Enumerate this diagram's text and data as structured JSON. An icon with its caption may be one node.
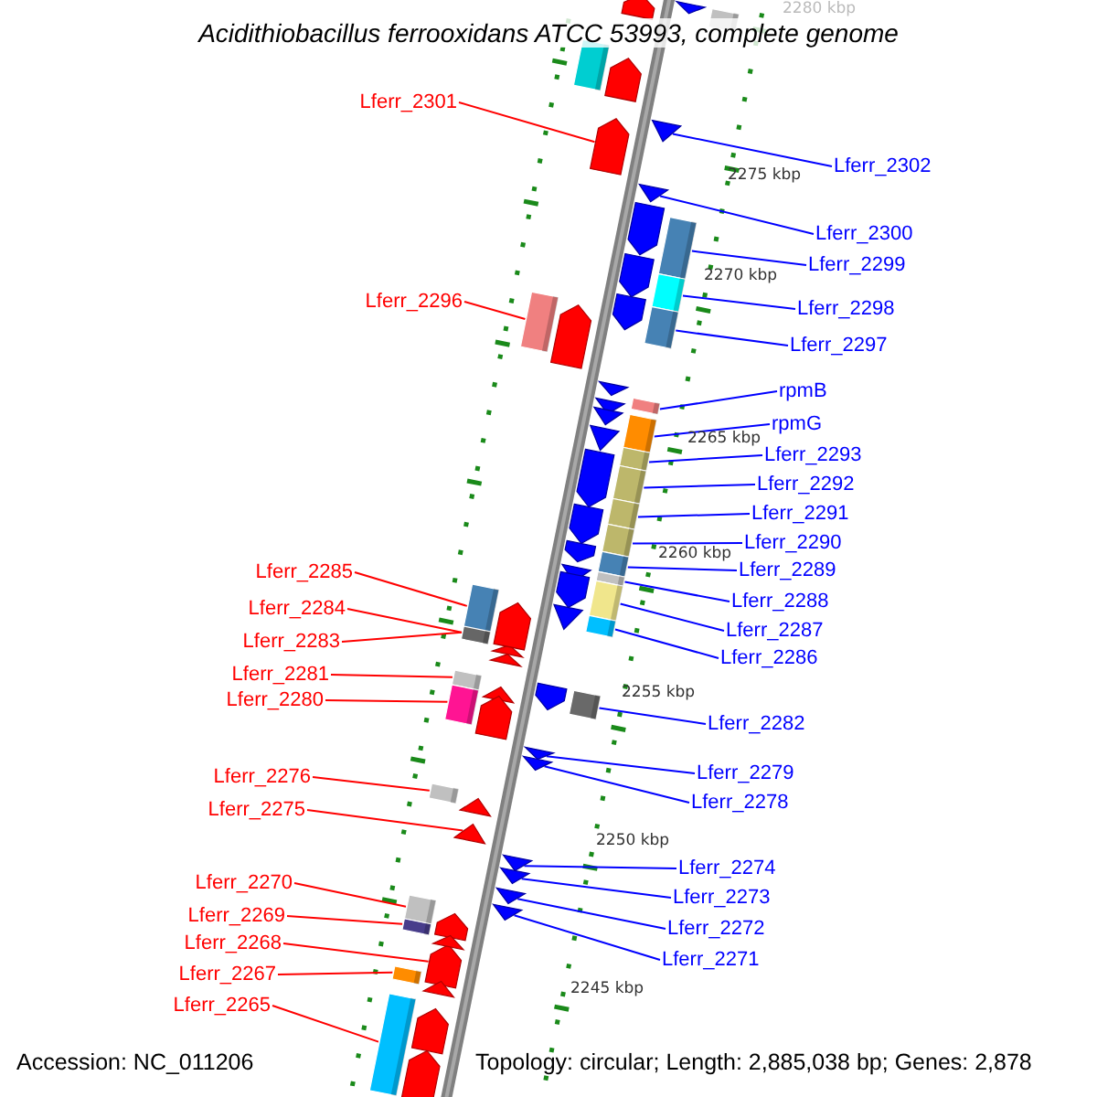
{
  "diagram": {
    "title": "Acidithiobacillus ferrooxidans ATCC 53993, complete genome",
    "nodes": [
      {
        "text": [
          "Lferr_2301"
        ]
      },
      {
        "text": [
          "Lferr_2296"
        ]
      },
      {
        "text": [
          "Lferr_2285"
        ]
      },
      {
        "text": [
          "Lferr_2284"
        ]
      },
      {
        "text": [
          "Lferr_2283"
        ]
      },
      {
        "text": [
          "Lferr_2281"
        ]
      },
      {
        "text": [
          "Lferr_2280"
        ]
      },
      {
        "text": [
          "Lferr_2276"
        ]
      },
      {
        "text": [
          "Lferr_2275"
        ]
      },
      {
        "text": [
          "Lferr_2270"
        ]
      },
      {
        "text": [
          "Lferr_2269"
        ]
      },
      {
        "text": [
          "Lferr_2268"
        ]
      },
      {
        "text": [
          "Lferr_2267"
        ]
      },
      {
        "text": [
          "Lferr_2265"
        ]
      },
      {
        "text": [
          "Lferr_2302"
        ]
      },
      {
        "text": [
          "Lferr_2300"
        ]
      },
      {
        "text": [
          "Lferr_2299"
        ]
      },
      {
        "text": [
          "Lferr_2298"
        ]
      },
      {
        "text": [
          "Lferr_2297"
        ]
      },
      {
        "text": [
          "rpmB"
        ]
      },
      {
        "text": [
          "rpmG"
        ]
      },
      {
        "text": [
          "Lferr_2293"
        ]
      },
      {
        "text": [
          "Lferr_2292"
        ]
      },
      {
        "text": [
          "Lferr_2291"
        ]
      },
      {
        "text": [
          "Lferr_2290"
        ]
      },
      {
        "text": [
          "Lferr_2289"
        ]
      },
      {
        "text": [
          "Lferr_2288"
        ]
      },
      {
        "text": [
          "Lferr_2287"
        ]
      },
      {
        "text": [
          "Lferr_2286"
        ]
      },
      {
        "text": [
          "Lferr_2282"
        ]
      },
      {
        "text": [
          "Lferr_2279"
        ]
      },
      {
        "text": [
          "Lferr_2278"
        ]
      },
      {
        "text": [
          "Lferr_2274"
        ]
      },
      {
        "text": [
          "Lferr_2273"
        ]
      },
      {
        "text": [
          "Lferr_2272"
        ]
      },
      {
        "text": [
          "Lferr_2271"
        ]
      },
      {
        "text": [],
        "shape": "arrow"
      },
      {
        "text": [],
        "shape": "box"
      },
      {
        "text": [],
        "shape": "box"
      },
      {
        "text": [],
        "shape": "box"
      },
      {
        "text": [],
        "shape": "triangle"
      },
      {
        "text": [],
        "shape": "box"
      },
      {
        "text": [],
        "shape": "box"
      },
      {
        "text": [],
        "shape": "box"
      },
      {
        "text": [],
        "shape": "triangle"
      },
      {
        "text": [],
        "shape": "box"
      },
      {
        "text": [],
        "shape": "box"
      },
      {
        "text": [],
        "shape": "arrow"
      },
      {
        "text": [],
        "shape": "box"
      },
      {
        "text": [],
        "shape": "box"
      },
      {
        "text": [],
        "shape": "triangle"
      },
      {
        "text": [],
        "shape": "triangle"
      },
      {
        "text": [],
        "shape": "box"
      },
      {
        "text": [],
        "shape": "box"
      },
      {
        "text": [],
        "shape": "box"
      },
      {
        "text": [],
        "shape": "box"
      },
      {
        "text": [],
        "shape": "box"
      },
      {
        "text": [],
        "shape": "box"
      },
      {
        "text": [],
        "shape": "box"
      },
      {
        "text": [],
        "shape": "box"
      },
      {
        "text": [],
        "shape": "box"
      },
      {
        "text": [],
        "shape": "box"
      },
      {
        "text": [],
        "shape": "box"
      },
      {
        "text": [],
        "shape": "box"
      },
      {
        "text": [],
        "shape": "box"
      },
      {
        "text": [],
        "shape": "box"
      },
      {
        "text": [],
        "shape": "triangle"
      },
      {
        "text": [],
        "shape": "triangle"
      },
      {
        "text": [],
        "shape": "triangle"
      },
      {
        "text": [],
        "shape": "triangle"
      },
      {
        "text": [],
        "shape": "triangle"
      },
      {
        "text": [],
        "shape": "triangle"
      },
      {
        "text": [],
        "shape": "arrow"
      },
      {
        "text": [],
        "shape": "arrow"
      },
      {
        "text": [],
        "shape": "arrow"
      },
      {
        "text": [],
        "shape": "arrow"
      },
      {
        "text": [],
        "shape": "triangle"
      },
      {
        "text": [],
        "shape": "triangle"
      },
      {
        "text": [],
        "shape": "arrow"
      },
      {
        "text": [],
        "shape": "triangle"
      },
      {
        "text": [],
        "shape": "arrow"
      },
      {
        "text": [],
        "shape": "triangle"
      },
      {
        "text": [],
        "shape": "triangle"
      },
      {
        "text": [],
        "shape": "arrow"
      },
      {
        "text": [],
        "shape": "arrow"
      },
      {
        "text": [],
        "shape": "triangle"
      },
      {
        "text": [],
        "shape": "arrow"
      },
      {
        "text": [],
        "shape": "arrow"
      },
      {
        "text": [],
        "shape": "arrow"
      },
      {
        "text": [],
        "shape": "triangle"
      },
      {
        "text": [],
        "shape": "triangle"
      },
      {
        "text": [],
        "shape": "triangle"
      },
      {
        "text": [],
        "shape": "triangle"
      },
      {
        "text": [],
        "shape": "arrow"
      },
      {
        "text": [],
        "shape": "arrow"
      },
      {
        "text": [],
        "shape": "arrow"
      },
      {
        "text": [],
        "shape": "triangle"
      },
      {
        "text": [],
        "shape": "arrow"
      },
      {
        "text": [],
        "shape": "triangle"
      },
      {
        "text": [],
        "shape": "arrow"
      },
      {
        "text": [],
        "shape": "box"
      },
      {
        "text": [],
        "shape": "box"
      }
    ],
    "edges": [
      {
        "from": 0,
        "to": 36,
        "arrow": "none",
        "color": "#ff0000"
      },
      {
        "from": 1,
        "to": 37,
        "arrow": "none",
        "color": "#ff0000"
      },
      {
        "from": 2,
        "to": 38,
        "arrow": "none",
        "color": "#ff0000"
      },
      {
        "from": 3,
        "to": 39,
        "arrow": "none",
        "color": "#ff0000"
      },
      {
        "from": 4,
        "to": 39,
        "arrow": "none",
        "color": "#ff0000"
      },
      {
        "from": 5,
        "to": 41,
        "arrow": "none",
        "color": "#ff0000"
      },
      {
        "from": 6,
        "to": 42,
        "arrow": "none",
        "color": "#ff0000"
      },
      {
        "from": 7,
        "to": 43,
        "arrow": "none",
        "color": "#ff0000"
      },
      {
        "from": 8,
        "to": 44,
        "arrow": "none",
        "color": "#ff0000"
      },
      {
        "from": 9,
        "to": 45,
        "arrow": "none",
        "color": "#ff0000"
      },
      {
        "from": 10,
        "to": 46,
        "arrow": "none",
        "color": "#ff0000"
      },
      {
        "from": 11,
        "to": 47,
        "arrow": "none",
        "color": "#ff0000"
      },
      {
        "from": 12,
        "to": 48,
        "arrow": "none",
        "color": "#ff0000"
      },
      {
        "from": 13,
        "to": 49,
        "arrow": "none",
        "color": "#ff0000"
      },
      {
        "from": 14,
        "to": 50,
        "arrow": "none"
      },
      {
        "from": 15,
        "to": 51,
        "arrow": "none"
      },
      {
        "from": 16,
        "to": 52,
        "arrow": "none"
      },
      {
        "from": 17,
        "to": 53,
        "arrow": "none"
      },
      {
        "from": 18,
        "to": 54,
        "arrow": "none"
      },
      {
        "from": 19,
        "to": 55,
        "arrow": "none"
      },
      {
        "from": 20,
        "to": 56,
        "arrow": "none"
      },
      {
        "from": 21,
        "to": 57,
        "arrow": "none"
      },
      {
        "from": 22,
        "to": 58,
        "arrow": "none"
      },
      {
        "from": 23,
        "to": 59,
        "arrow": "none"
      },
      {
        "from": 24,
        "to": 60,
        "arrow": "none"
      },
      {
        "from": 25,
        "to": 61,
        "arrow": "none"
      },
      {
        "from": 26,
        "to": 62,
        "arrow": "none"
      },
      {
        "from": 27,
        "to": 63,
        "arrow": "none"
      },
      {
        "from": 28,
        "to": 64,
        "arrow": "none"
      },
      {
        "from": 29,
        "to": 65,
        "arrow": "none"
      },
      {
        "from": 30,
        "to": 66,
        "arrow": "none"
      },
      {
        "from": 31,
        "to": 67,
        "arrow": "none"
      },
      {
        "from": 32,
        "to": 68,
        "arrow": "none"
      },
      {
        "from": 33,
        "to": 69,
        "arrow": "none"
      },
      {
        "from": 34,
        "to": 70,
        "arrow": "none"
      },
      {
        "from": 35,
        "to": 71,
        "arrow": "none"
      }
    ],
    "labels": [
      "2280 kbp",
      "2275 kbp",
      "2270 kbp",
      "2265 kbp",
      "2260 kbp",
      "2255 kbp",
      "2250 kbp",
      "2245 kbp",
      "Accession: NC_011206",
      "Topology: circular; Length: 2,885,038 bp; Genes: 2,878"
    ]
  }
}
